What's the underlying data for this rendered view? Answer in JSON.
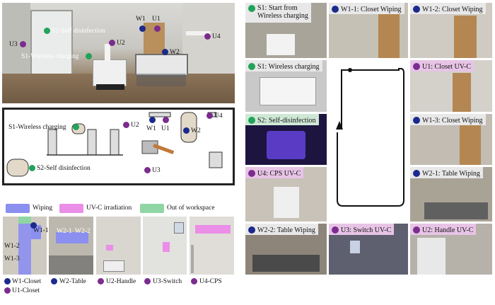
{
  "photo": {
    "labels": {
      "s2": "S2-Self disinfection",
      "s1": "S1-Wireless charging",
      "u3": "U3",
      "u2": "U2",
      "w1": "W1",
      "u1": "U1",
      "w2": "W2",
      "u4": "U4"
    }
  },
  "floorplan": {
    "labels": {
      "s1": "S1-Wireless charging",
      "s2": "S2-Self disinfection",
      "u2": "U2",
      "w1": "W1",
      "u1": "U1",
      "w2": "W2",
      "u4": "U4",
      "u3": "U3"
    }
  },
  "legend": {
    "items": [
      {
        "label": "Wiping",
        "color": "#8b8ff0"
      },
      {
        "label": "UV-C irradiation",
        "color": "#ea8ee8"
      },
      {
        "label": "Out of workspace",
        "color": "#8fd6a4"
      }
    ]
  },
  "thumbs": {
    "labels": {
      "w1_1": "W1-1",
      "w1_2": "W1-2",
      "w1_3": "W1-3",
      "w2_1": "W2-1",
      "w2_2": "W2-2"
    }
  },
  "keys": [
    {
      "label": "W1-Closet",
      "color": "#1b2a8c"
    },
    {
      "label": "W2-Table",
      "color": "#1b2a8c"
    },
    {
      "label": "U2-Handle",
      "color": "#7b2c8e"
    },
    {
      "label": "U3-Switch",
      "color": "#7b2c8e"
    },
    {
      "label": "U4-CPS",
      "color": "#7b2c8e"
    },
    {
      "label": "U1-Closet",
      "color": "#7b2c8e"
    }
  ],
  "grid": {
    "c1": {
      "line1": "S1: Start from",
      "line2": "Wireless charging"
    },
    "c2": "W1-1: Closet Wiping",
    "c3": "W1-2: Closet Wiping",
    "c4": "S1: Wireless charging",
    "c5": "U1: Closet UV-C",
    "c6": "S2: Self-disinfection",
    "c7": "W1-3: Closet Wiping",
    "c8": "U4: CPS UV-C",
    "c9": "W2-1: Table Wiping",
    "c10": "W2-2: Table Wiping",
    "c11": "U3: Switch UV-C",
    "c12": "U2: Handle UV-C"
  },
  "colors": {
    "wiping": "#1b2a8c",
    "uvc": "#7b2c8e",
    "out": "#21a35a"
  }
}
